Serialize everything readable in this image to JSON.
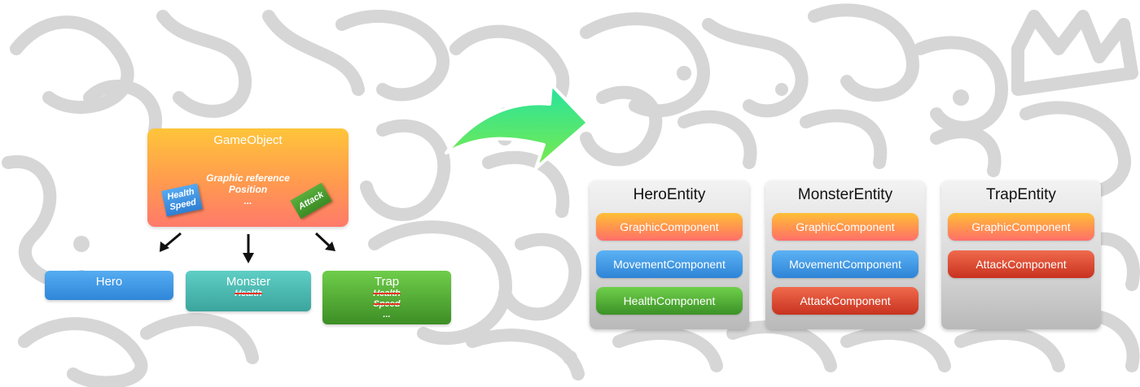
{
  "colors": {
    "doodle": "#d6d6d6",
    "arrow_top": "#25e3a0",
    "arrow_bottom": "#7cea4a"
  },
  "icons": {
    "big_arrow": "curved-arrow-icon",
    "inherit_arrow": "arrow-down-icon"
  },
  "gameobject": {
    "title": "GameObject",
    "props": [
      "Graphic reference",
      "Position",
      "..."
    ],
    "sticker_health": [
      "Health",
      "Speed"
    ],
    "sticker_attack": "Attack"
  },
  "subclasses": {
    "hero": {
      "title": "Hero"
    },
    "monster": {
      "title": "Monster",
      "removed": [
        "Health"
      ]
    },
    "trap": {
      "title": "Trap",
      "removed": [
        "Health",
        "Speed"
      ],
      "more": "..."
    }
  },
  "entities": [
    {
      "title": "HeroEntity",
      "components": [
        "GraphicComponent",
        "MovementComponent",
        "HealthComponent"
      ]
    },
    {
      "title": "MonsterEntity",
      "components": [
        "GraphicComponent",
        "MovementComponent",
        "AttackComponent"
      ]
    },
    {
      "title": "TrapEntity",
      "components": [
        "GraphicComponent",
        "AttackComponent"
      ]
    }
  ]
}
